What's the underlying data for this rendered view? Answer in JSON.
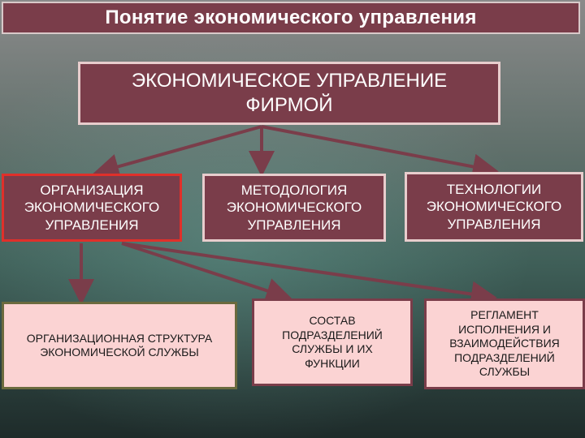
{
  "slide": {
    "title": "Понятие экономического управления"
  },
  "diagram": {
    "root": "ЭКОНОМИЧЕСКОЕ УПРАВЛЕНИЕ\nФИРМОЙ",
    "level1": {
      "organization": "ОРГАНИЗАЦИЯ\nЭКОНОМИЧЕСКОГО\nУПРАВЛЕНИЯ",
      "methodology": "МЕТОДОЛОГИЯ\nЭКОНОМИЧЕСКОГО\nУПРАВЛЕНИЯ",
      "technology": "ТЕХНОЛОГИИ\nЭКОНОМИЧЕСКОГО\nУПРАВЛЕНИЯ"
    },
    "level2": {
      "structure": "ОРГАНИЗАЦИОННАЯ СТРУКТУРА\nЭКОНОМИЧЕСКОЙ СЛУЖБЫ",
      "composition": "СОСТАВ\nПОДРАЗДЕЛЕНИЙ\nСЛУЖБЫ И ИХ\nФУНКЦИИ",
      "regulation": "РЕГЛАМЕНТ\nИСПОЛНЕНИЯ И\nВЗАИМОДЕЙСТВИЯ\nПОДРАЗДЕЛЕНИЙ\nСЛУЖБЫ"
    }
  },
  "colors": {
    "box_dark": "#7a3d4a",
    "box_light": "#fbd3d3",
    "highlight_border": "#e0302a",
    "arrow": "#7a3d4a"
  }
}
